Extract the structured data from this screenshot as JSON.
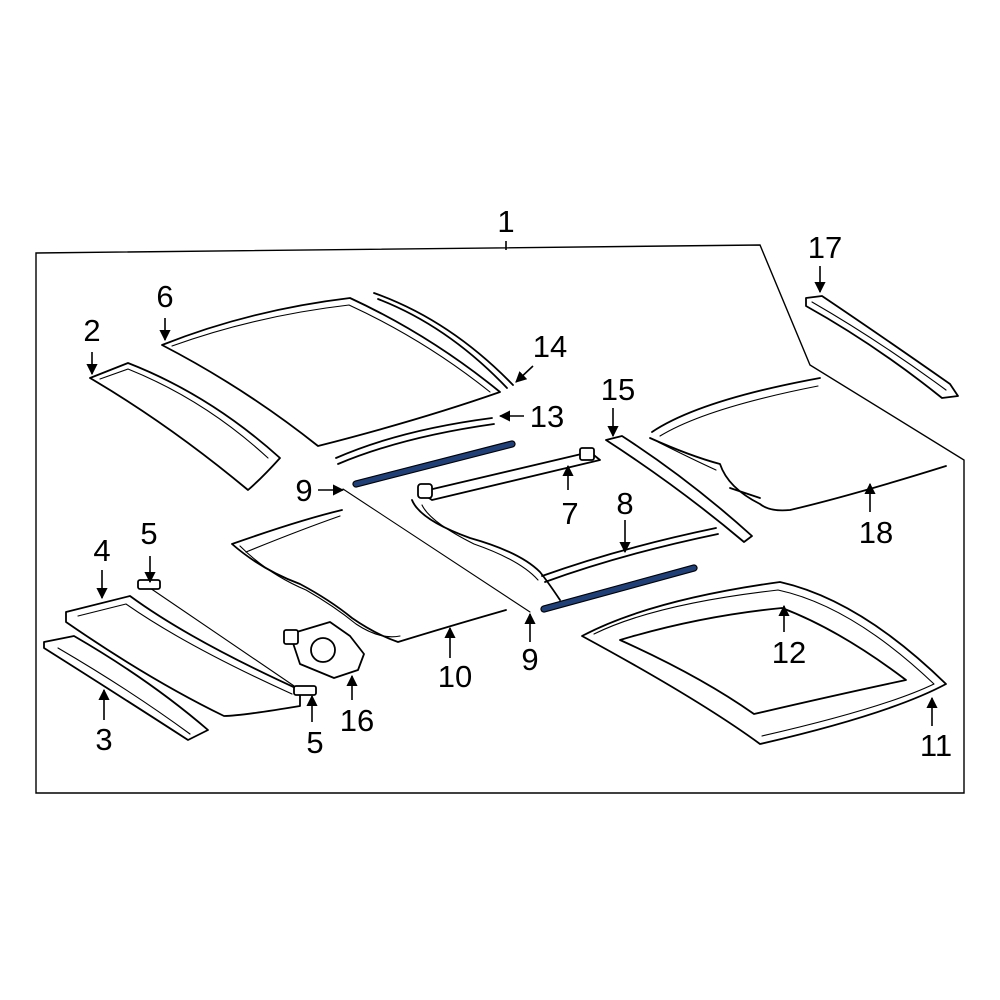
{
  "diagram": {
    "callouts": {
      "c1": "1",
      "c2": "2",
      "c3": "3",
      "c4": "4",
      "c5a": "5",
      "c5b": "5",
      "c6": "6",
      "c7": "7",
      "c8": "8",
      "c9a": "9",
      "c9b": "9",
      "c10": "10",
      "c11": "11",
      "c12": "12",
      "c13": "13",
      "c14": "14",
      "c15": "15",
      "c16": "16",
      "c17": "17",
      "c18": "18"
    },
    "colors": {
      "line": "#000000",
      "seal_accent": "#1f3f78",
      "background": "#ffffff"
    }
  }
}
